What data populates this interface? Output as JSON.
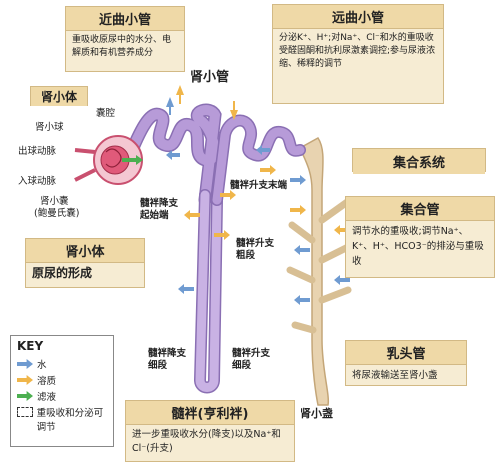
{
  "proximal": {
    "title": "近曲小管",
    "desc": "重吸收原尿中的水分、电解质和有机营养成分"
  },
  "distal": {
    "title": "远曲小管",
    "desc": "分泌K⁺、H⁺;对Na⁺、Cl⁻和水的重吸收受醛固酮和抗利尿激素调控;参与尿液浓缩、稀释的调节"
  },
  "labels": {
    "renal_tubule": "肾小管",
    "renal_corpuscle": "肾小体",
    "bowman_space": "囊腔",
    "glomerulus": "肾小球",
    "efferent": "出球动脉",
    "afferent": "入球动脉",
    "capsule": "肾小囊",
    "capsule_alt": "(鲍曼氏囊)",
    "desc_thick_start": "髓袢降支起始端",
    "asc_thick_end": "髓袢升支末端",
    "asc_thick": "髓袢升支粗段",
    "desc_thin": "髓袢降支细段",
    "asc_thin": "髓袢升支细段",
    "renal_papilla": "肾小盏"
  },
  "corpuscle_box": {
    "title": "肾小体",
    "desc": "原尿的形成"
  },
  "collecting_system": {
    "title": "集合系统"
  },
  "collecting_duct": {
    "title": "集合管",
    "desc": "调节水的重吸收;调节Na⁺、K⁺、H⁺、HCO3⁻的排泌与重吸收"
  },
  "papillary_duct": {
    "title": "乳头管",
    "desc": "将尿液输送至肾小盏"
  },
  "loop": {
    "title": "髓袢(亨利袢)",
    "desc": "进一步重吸收水分(降支)以及Na⁺和Cl⁻(升支)"
  },
  "key": {
    "title": "KEY",
    "items": [
      {
        "label": "水",
        "color": "#6f9bd1"
      },
      {
        "label": "溶质",
        "color": "#f0b64a"
      },
      {
        "label": "滤液",
        "color": "#4caf50"
      },
      {
        "label": "重吸收和分泌可调节",
        "color": "#ffffff"
      }
    ]
  },
  "colors": {
    "tubule": "#b79bd8",
    "tubule_edge": "#8a6fb3",
    "collecting": "#e8d3b0",
    "collecting_edge": "#c4a678",
    "water": "#6f9bd1",
    "solute": "#f0b64a",
    "filtrate": "#4caf50",
    "box_bg": "#f6ecd3"
  }
}
